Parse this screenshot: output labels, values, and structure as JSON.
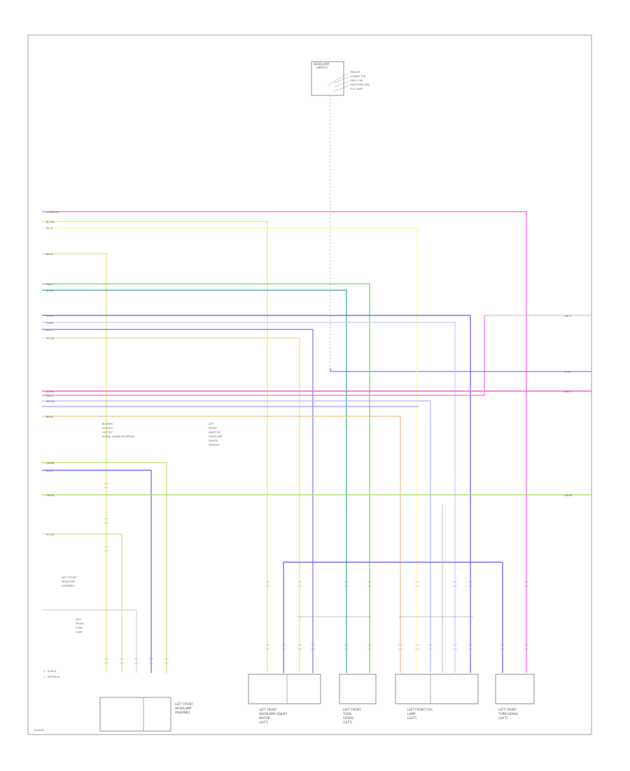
{
  "diagram": {
    "page_ref": "1008431",
    "top_module": {
      "name_lines": [
        "HEADLAMP",
        "SWITCH"
      ],
      "pin_labels": [
        "TRAILER",
        "CONNECTOR",
        "HIGH LOW",
        "SWITCHED LOW",
        "FOG LAMP"
      ]
    },
    "wire_labels": {
      "w_pink": "VT/GN-RD",
      "w_yellow_1": "BU-WH",
      "w_yellow_2": "YE-GY",
      "w_left_1": "BN-YE",
      "w_green_1": "GN-VT",
      "w_green_2": "BU-GY",
      "w_blue_1": "VT-YE",
      "w_blue_2": "GY-BU",
      "w_blue_3": "BN-VT",
      "w_yellow_3": "YE-GN",
      "w_pink_2": "VT-WH",
      "w_mag": "GN-VT",
      "w_blue_4": "WH-BU",
      "w_brown": "BN-YE",
      "w_green_4": "GN-BN",
      "w_blue_5": "BU-VT",
      "w_green_5": "GN-BU",
      "w_yellow_5": "YE-OG",
      "w_out_1": "GN-VT",
      "w_out_2": "VT-YE",
      "w_out_3": "GN-VT",
      "w_out_4": "GN-BU"
    },
    "annotations": {
      "splice_note": [
        "BLOWER",
        "MODULE",
        "OUTPUT",
        "SIGNAL (WHEN EQUIPPED)"
      ],
      "mid_note": [
        "LEFT",
        "FRONT",
        "ADAPTIVE",
        "HEADLAMP",
        "DRIVER",
        "MODULE"
      ],
      "left_note": [
        "LEFT FRONT",
        "HEADLAMP",
        "ASSEMBLY"
      ],
      "left_note2": [
        "LEFT",
        "FRONT",
        "TURN",
        "LAMP"
      ],
      "legend_1": "1 - SHIELD",
      "legend_2": "2 - EXTERIOR"
    },
    "modules": {
      "m1": [
        "LEFT FRONT",
        "HEADLAMP",
        "ASSEMBLY"
      ],
      "m2": [
        "LEFT FRONT",
        "HEADLAMP ADJUST",
        "MOTOR",
        "(LEFT)"
      ],
      "m3": [
        "LEFT FRONT",
        "TURN",
        "SIGNAL",
        "(LEFT)"
      ],
      "m4": [
        "LEFT FRONT FOG",
        "LAMP",
        "(LEFT)"
      ],
      "m5": [
        "LEFT FRONT",
        "TURN SIGNAL",
        "(LEFT)"
      ]
    }
  }
}
